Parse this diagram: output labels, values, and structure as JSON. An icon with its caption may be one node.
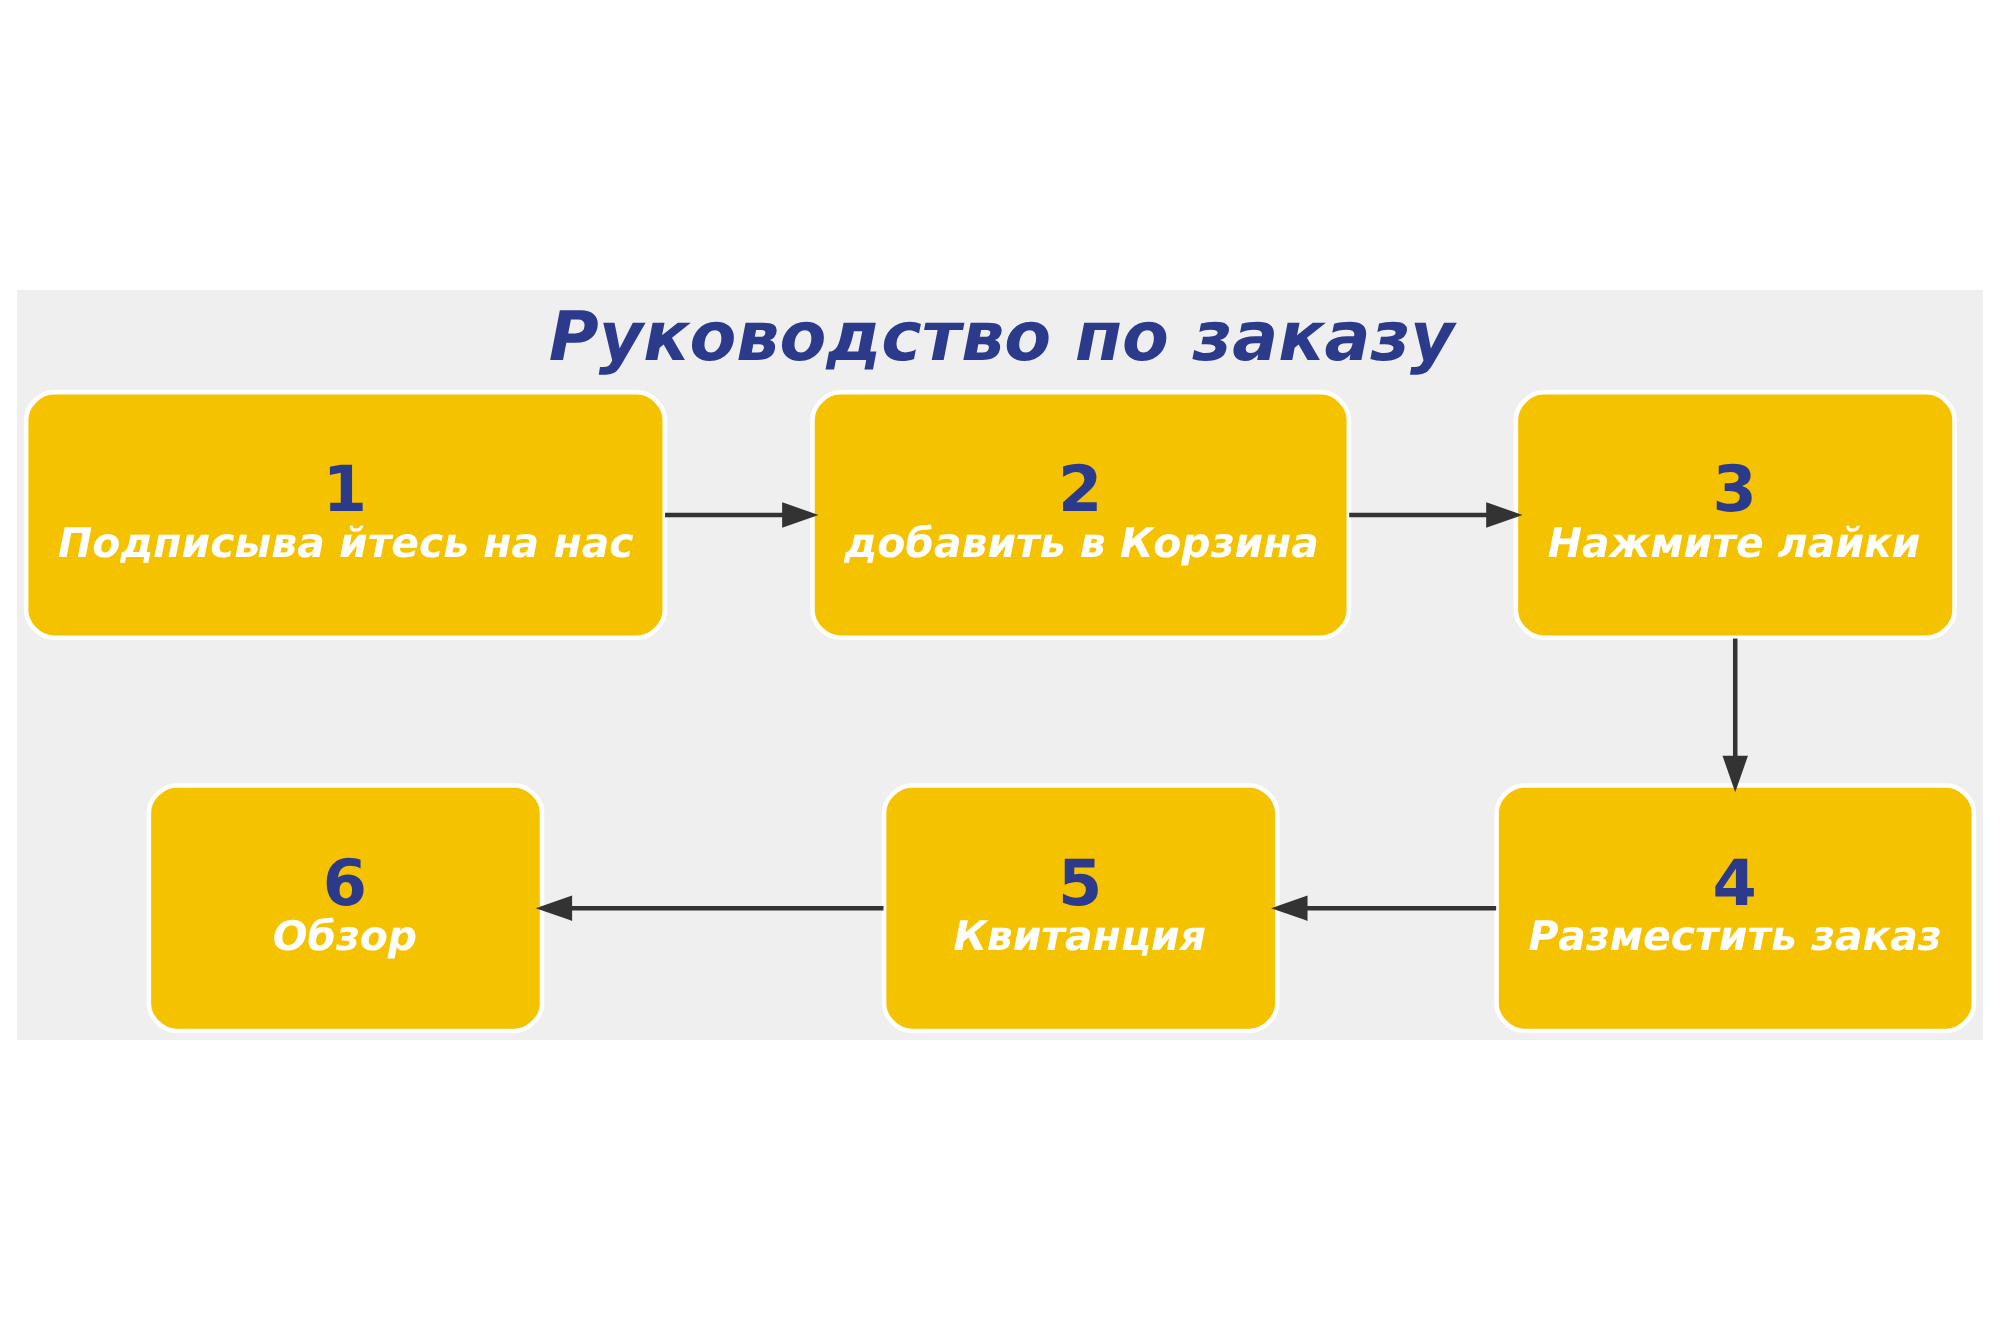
{
  "diagram": {
    "title": "Руководство по заказу",
    "nodes": [
      {
        "text": [
          "1",
          "Подписыва йтесь на нас"
        ]
      },
      {
        "text": [
          "2",
          "добавить в Корзина"
        ]
      },
      {
        "text": [
          "3",
          "Нажмите лайки"
        ]
      },
      {
        "text": [
          "4",
          "Разместить заказ"
        ]
      },
      {
        "text": [
          "5",
          "Квитанция"
        ]
      },
      {
        "text": [
          "6",
          "Обзор"
        ]
      }
    ],
    "edges": [
      {
        "from": 0,
        "to": 1,
        "arrow": "to"
      },
      {
        "from": 1,
        "to": 2,
        "arrow": "to"
      },
      {
        "from": 2,
        "to": 3,
        "arrow": "to"
      },
      {
        "from": 3,
        "to": 4,
        "arrow": "to"
      },
      {
        "from": 4,
        "to": 5,
        "arrow": "to"
      }
    ]
  }
}
